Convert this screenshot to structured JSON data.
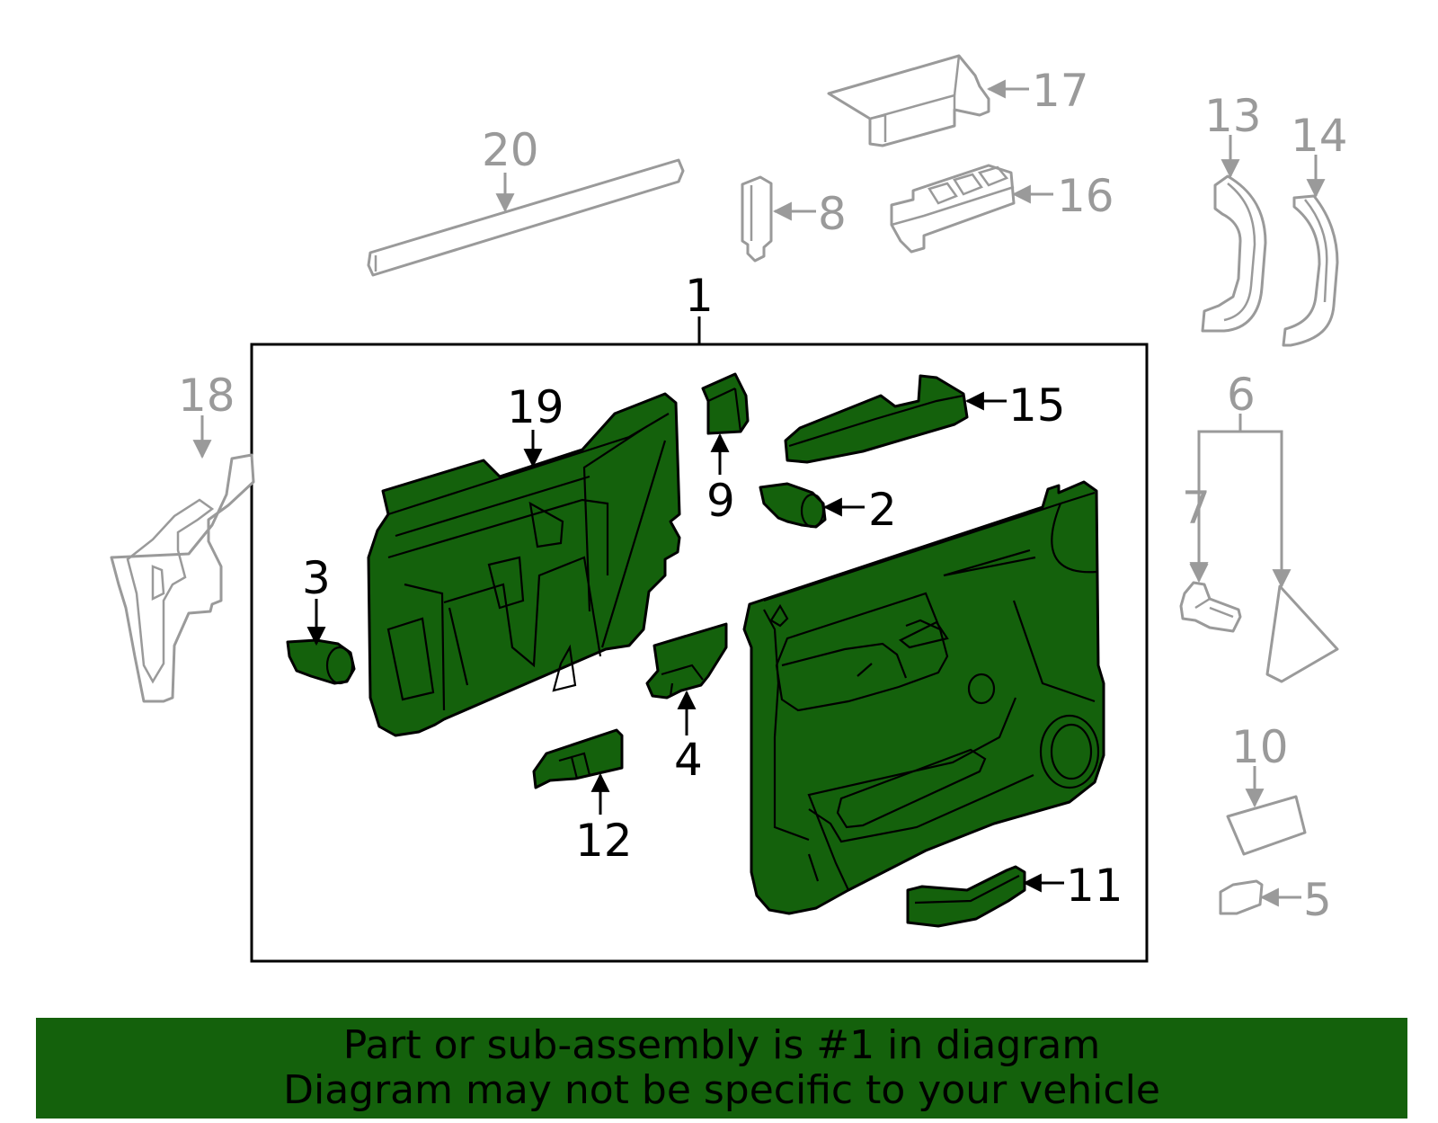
{
  "callouts": {
    "c1": "1",
    "c2": "2",
    "c3": "3",
    "c4": "4",
    "c5": "5",
    "c6": "6",
    "c7": "7",
    "c8": "8",
    "c9": "9",
    "c10": "10",
    "c11": "11",
    "c12": "12",
    "c13": "13",
    "c14": "14",
    "c15": "15",
    "c16": "16",
    "c17": "17",
    "c18": "18",
    "c19": "19",
    "c20": "20"
  },
  "banner": {
    "line1": "Part or sub-assembly is #1 in diagram",
    "line2": "Diagram may not be specific to your vehicle"
  },
  "colors": {
    "highlight": "#14610c",
    "outline_gray": "#9a9a9a",
    "outline_black": "#000000"
  }
}
